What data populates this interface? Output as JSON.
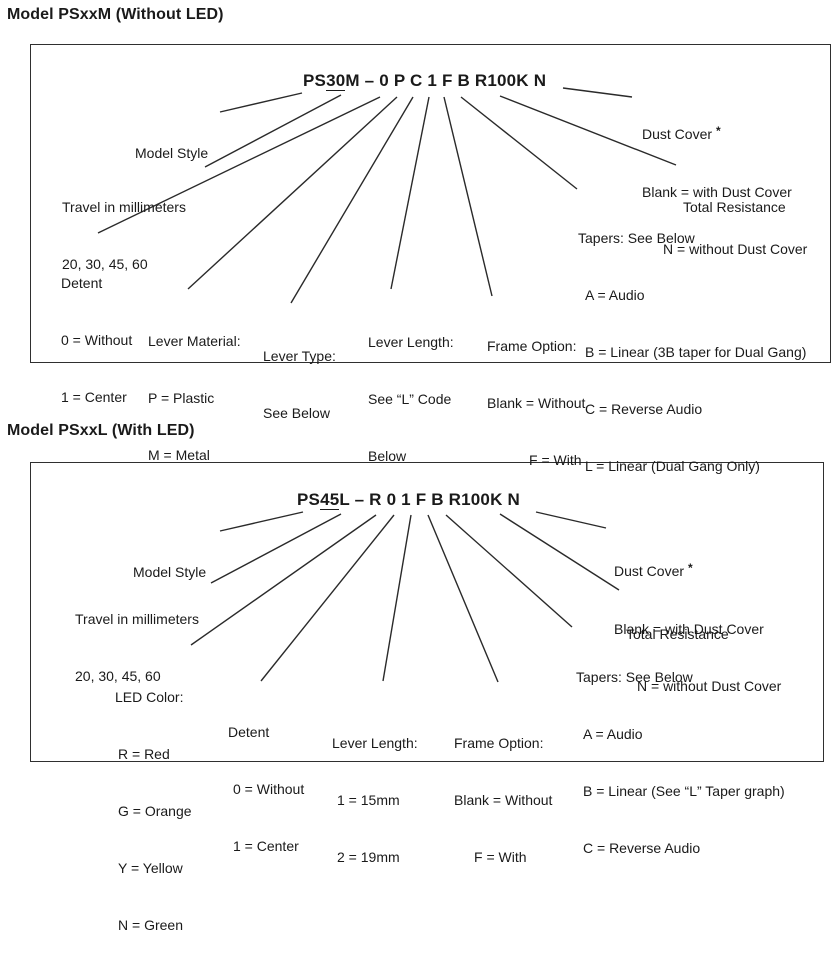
{
  "d": {
    "m": {
      "heading": "Model PSxxM (Without LED)",
      "pn": {
        "pre": "PS",
        "travel": "30",
        "post": "M – 0 P C 1 F B R100K N"
      },
      "labels": {
        "model_style": [
          "Model Style"
        ],
        "travel": [
          "Travel in millimeters",
          "20, 30, 45, 60"
        ],
        "detent": [
          "Detent",
          "0 = Without",
          "1 = Center"
        ],
        "lever_material": [
          "Lever Material:",
          "P = Plastic",
          "M = Metal"
        ],
        "lever_type": [
          "Lever Type:",
          "See Below"
        ],
        "lever_length": [
          "Lever Length:",
          "See “L” Code",
          "Below"
        ],
        "frame_option": [
          "Frame Option:",
          "Blank = Without",
          "F = With"
        ],
        "tapers": [
          "Tapers: See Below",
          "A = Audio",
          "B = Linear (3B taper for Dual Gang)",
          "C = Reverse Audio",
          "L = Linear (Dual Gang Only)"
        ],
        "total_resistance": [
          "Total Resistance"
        ],
        "dust_cover": [
          "Dust Cover",
          "Blank = with Dust Cover",
          "N = without Dust Cover"
        ],
        "dust_cover_star": "*"
      }
    },
    "l": {
      "heading": "Model PSxxL (With LED)",
      "pn": {
        "pre": "PS",
        "travel": "45",
        "post": "L – R 0 1 F B R100K N"
      },
      "labels": {
        "model_style": [
          "Model Style"
        ],
        "travel": [
          "Travel in millimeters",
          "20, 30, 45, 60"
        ],
        "led_color": [
          "LED Color:",
          "R = Red",
          "G = Orange",
          "Y = Yellow",
          "N = Green"
        ],
        "detent": [
          "Detent",
          "0 = Without",
          "1 = Center"
        ],
        "lever_length": [
          "Lever Length:",
          "1 = 15mm",
          "2 = 19mm"
        ],
        "frame_option": [
          "Frame Option:",
          "Blank = Without",
          "F = With"
        ],
        "tapers": [
          "Tapers: See Below",
          "A = Audio",
          "B = Linear (See “L” Taper graph)",
          "C = Reverse Audio"
        ],
        "total_resistance": [
          "Total Resistance"
        ],
        "dust_cover": [
          "Dust Cover",
          "Blank = with Dust Cover",
          "N = without Dust Cover"
        ],
        "dust_cover_star": "*"
      }
    }
  }
}
